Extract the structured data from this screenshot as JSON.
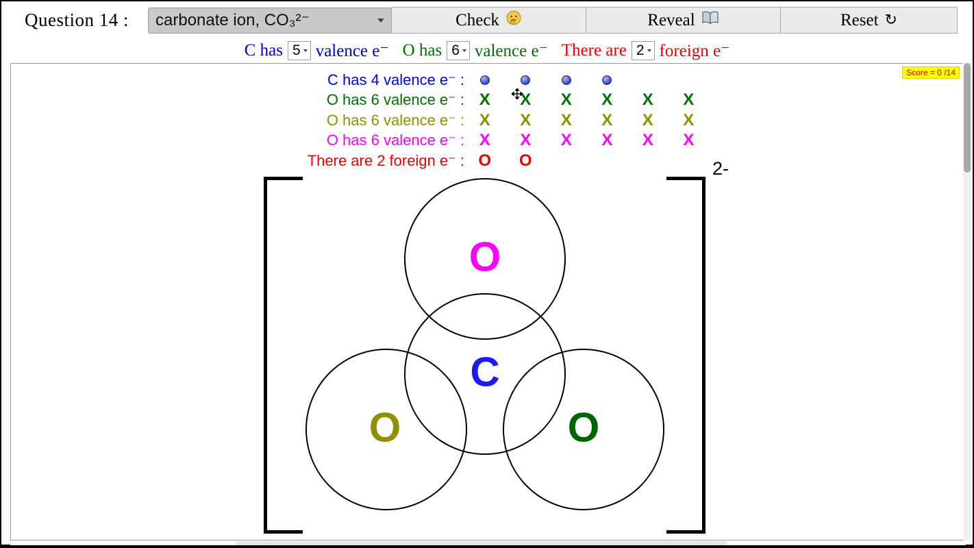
{
  "header": {
    "question_label": "Question 14 :",
    "molecule": "carbonate ion, CO₃²⁻",
    "buttons": {
      "check": "Check",
      "check_icon": "thinking-face",
      "reveal": "Reveal",
      "reveal_icon": "open-book",
      "reset": "Reset",
      "reset_icon": "↻"
    }
  },
  "settings": {
    "c": {
      "prefix": "C has",
      "value": "5",
      "suffix": "valence e⁻",
      "color": "#0000cc"
    },
    "o": {
      "prefix": "O has",
      "value": "6",
      "suffix": "valence e⁻",
      "color": "#007000"
    },
    "foreign": {
      "prefix": "There are",
      "value": "2",
      "suffix": "foreign e⁻",
      "color": "#ee0000"
    }
  },
  "canvas": {
    "score": "Score = 0 /14",
    "charge": "2-",
    "rows": [
      {
        "label": "C has 4 valence e⁻ :",
        "color": "#0000ff",
        "marker": "dot",
        "count": 4
      },
      {
        "label": "O has 6 valence e⁻ :",
        "color": "#007000",
        "marker": "X",
        "count": 6
      },
      {
        "label": "O has 6 valence e⁻ :",
        "color": "#8f8f00",
        "marker": "X",
        "count": 6
      },
      {
        "label": "O has 6 valence e⁻ :",
        "color": "#ff00ff",
        "marker": "X",
        "count": 6
      },
      {
        "label": "There are 2 foreign e⁻ :",
        "color": "#ee0000",
        "marker": "O",
        "count": 2
      }
    ],
    "atoms": [
      {
        "symbol": "O",
        "color": "#ff00ff"
      },
      {
        "symbol": "C",
        "color": "#1a1aff"
      },
      {
        "symbol": "O",
        "color": "#8f8f00"
      },
      {
        "symbol": "O",
        "color": "#006400"
      }
    ]
  }
}
